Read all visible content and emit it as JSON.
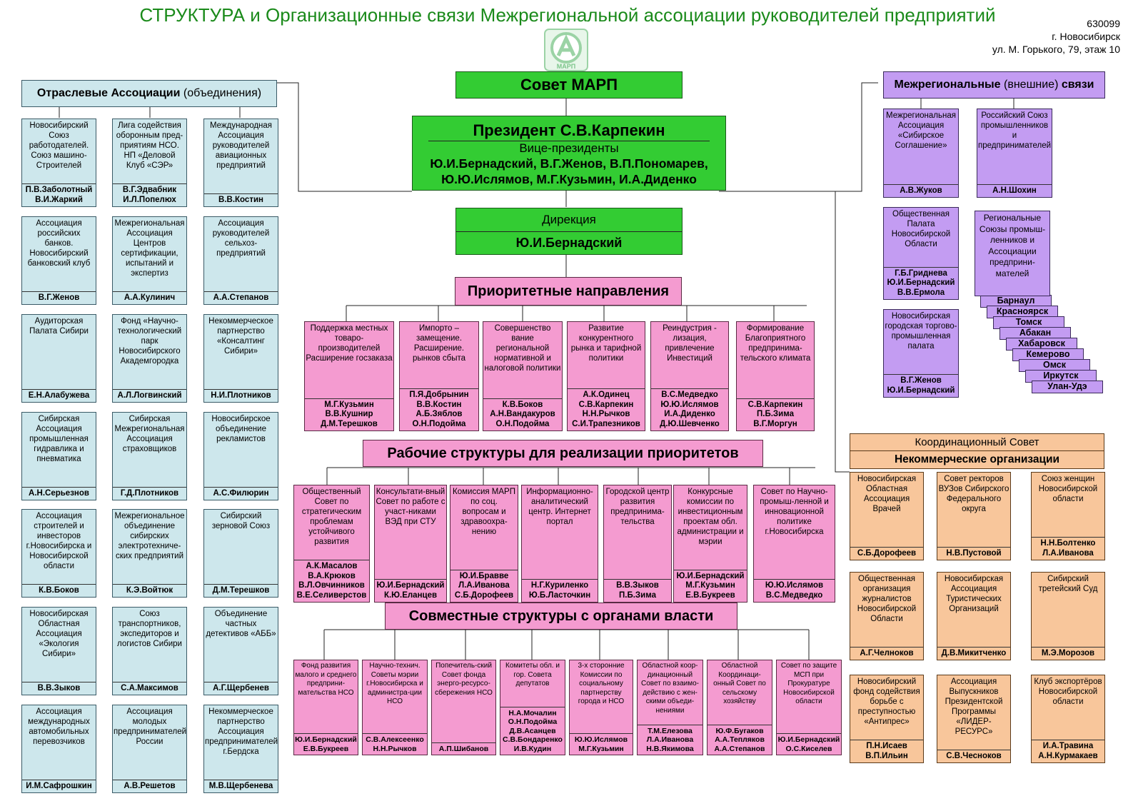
{
  "header": {
    "title": "СТРУКТУРА и Организационные связи Межрегиональной ассоциации руководителей предприятий",
    "address": [
      "630099",
      "г. Новосибирск",
      "ул. М. Горького, 79, этаж 10"
    ],
    "logo_text": "МАРП"
  },
  "center": {
    "council": "Совет МАРП",
    "president": "Президент С.В.Карпекин",
    "vice_label": "Вице-президенты",
    "vice_line1": "Ю.И.Бернадский,  В.Г.Женов, В.П.Пономарев,",
    "vice_line2": "Ю.Ю.Ислямов, М.Г.Кузьмин, И.А.Диденко",
    "directorate": "Дирекция",
    "director": "Ю.И.Бернадский"
  },
  "branch": {
    "header_bold": "Отраслевые  Ассоциации",
    "header_normal": " (объединения)",
    "boxes": [
      {
        "name": "Новосибирский Союз работодателей. Союз машино-Строителей",
        "people": "П.В.Заболотный\nВ.И.Жаркий"
      },
      {
        "name": "Лига содействия оборонным пред-приятиям НСО. НП «Деловой Клуб «СЭР»",
        "people": "В.Г.Эдвабник\nИ.Л.Попелюх"
      },
      {
        "name": "Международная Ассоциация руководителей авиационных предприятий",
        "people": "В.В.Костин"
      },
      {
        "name": "Ассоциация российских банков. Новосибирский банковский клуб",
        "people": "В.Г.Женов"
      },
      {
        "name": "Межрегиональная Ассоциация Центров сертификации, испытаний и экспертиз",
        "people": "А.А.Кулинич"
      },
      {
        "name": "Ассоциация руководителей сельхоз-предприятий",
        "people": "А.А.Степанов"
      },
      {
        "name": "Аудиторская Палата Сибири",
        "people": "Е.Н.Алабужева"
      },
      {
        "name": "Фонд «Научно-технологический парк Новосибирского Академгородка",
        "people": "А.Л.Логвинский"
      },
      {
        "name": "Некоммерческое партнерство «Консалтинг Сибири»",
        "people": "Н.И.Плотников"
      },
      {
        "name": "Сибирская Ассоциация промышленная гидравлика и пневматика",
        "people": "А.Н.Серьезнов"
      },
      {
        "name": "Сибирская Межрегиональная Ассоциация страховщиков",
        "people": "Г.Д.Плотников"
      },
      {
        "name": "Новосибирское объединение рекламистов",
        "people": "А.С.Филюрин"
      },
      {
        "name": "Ассоциация строителей и инвесторов г.Новосибирска и Новосибирской области",
        "people": "К.В.Боков"
      },
      {
        "name": "Межрегиональное объединение сибирских электротехниче-ских предприятий",
        "people": "К.Э.Войтюк"
      },
      {
        "name": "Сибирский зерновой Союз",
        "people": "Д.М.Терешков"
      },
      {
        "name": "Новосибирская Областная Ассоциация «Экология Сибири»",
        "people": "В.В.Зыков"
      },
      {
        "name": "Союз транспортников, экспедиторов и логистов Сибири",
        "people": "С.А.Максимов"
      },
      {
        "name": "Объединение частных детективов «АББ»",
        "people": "А.Г.Щербенев"
      },
      {
        "name": "Ассоциация международных автомобильных перевозчиков",
        "people": "И.М.Сафрошкин"
      },
      {
        "name": "Ассоциация молодых предпринимателей России",
        "people": "А.В.Решетов"
      },
      {
        "name": "Некоммерческое партнерство Ассоциация предпринимателей г.Бердска",
        "people": "М.В.Щербенева"
      }
    ]
  },
  "priority": {
    "header": "Приоритетные  направления",
    "boxes": [
      {
        "name": "Поддержка местных товаро-производителей Расширение госзаказа",
        "people": "М.Г.Кузьмин\nВ.В.Кушнир\nД.М.Терешков"
      },
      {
        "name": "Импорто – замещение. Расширение. рынков сбыта",
        "people": "П.Я.Добрынин\nВ.В.Костин\nА.Б.Зяблов\nО.Н.Подойма"
      },
      {
        "name": "Совершенство вание региональной нормативной и налоговой политики",
        "people": "К.В.Боков\nА.Н.Вандакуров\nО.Н.Подойма"
      },
      {
        "name": "Развитие конкурентного рынка и тарифной политики",
        "people": "А.К.Одинец\nС.В.Карпекин\nН.Н.Рычков\nС.И.Трапезников"
      },
      {
        "name": "Реиндустрия - лизация, привлечение Инвестиций",
        "people": "В.С.Медведко\nЮ.Ю.Ислямов\nИ.А.Диденко\nД.Ю.Шевченко"
      },
      {
        "name": "Формирование Благоприятного предпринима-тельского климата",
        "people": "С.В.Карпекин\nП.Б.Зима\nВ.Г.Моргун"
      }
    ]
  },
  "working": {
    "header": "Рабочие  структуры  для  реализации  приоритетов",
    "boxes": [
      {
        "name": "Общественный Совет по стратегическим проблемам устойчивого развития",
        "people": "А.К.Масалов\nВ.А.Крюков\nВ.Л.Овчинников\nВ.Е.Селиверстов"
      },
      {
        "name": "Консультати-вный Совет по работе с участ-никами ВЭД при СТУ",
        "people": "Ю.И.Бернадский\nК.Ю.Еланцев"
      },
      {
        "name": "Комиссия МАРП по соц. вопросам и здравоохра-нению",
        "people": "Ю.И.Бравве\nЛ.А.Иванова\nС.Б.Дорофеев"
      },
      {
        "name": "Информационно-аналитический центр. Интернет портал",
        "people": "Н.Г.Куриленко\nЮ.Б.Ласточкин"
      },
      {
        "name": "Городской центр развития предпринима-тельства",
        "people": "В.В.Зыков\nП.Б.Зима"
      },
      {
        "name": "Конкурсные комиссии по инвестиционным проектам обл. администрации и мэрии",
        "people": "Ю.И.Бернадский\nМ.Г.Кузьмин\nЕ.В.Букреев"
      },
      {
        "name": "Совет по Научно-промыш-ленной и инновационной политике г.Новосибирска",
        "people": "Ю.Ю.Ислямов\nВ.С.Медведко"
      }
    ]
  },
  "joint": {
    "header": "Совместные  структуры  с  органами  власти",
    "boxes": [
      {
        "name": "Фонд развития малого и среднего предприни-мательства НСО",
        "people": "Ю.И.Бернадский\nЕ.В.Букреев"
      },
      {
        "name": "Научно-технич. Советы мэрии г.Новосибирска и администра-ции НСО",
        "people": "С.В.Алексеенко\nН.Н.Рычков"
      },
      {
        "name": "Попечитель-ский Совет фонда энерго-ресурсо-сбережения НСО",
        "people": "А.П.Шибанов"
      },
      {
        "name": "Комитеты обл. и гор. Совета депутатов",
        "people": "Н.А.Мочалин\nО.Н.Подойма\nД.В.Асанцев\nС.В.Бондаренко\nИ.В.Кудин"
      },
      {
        "name": "3-х сторонние Комиссии по социальному партнерству города и НСО",
        "people": "Ю.Ю.Ислямов\nМ.Г.Кузьмин"
      },
      {
        "name": "Областной коор-динационный Совет по взаимо-действию с жен-скими объеди-нениями",
        "people": "Т.М.Елезова\nЛ.А.Иванова\nН.В.Якимова"
      },
      {
        "name": "Областной Координаци-онный Совет по сельскому хозяйству",
        "people": "Ю.Ф.Бугаков\nА.А.Тепляков\nА.А.Степанов"
      },
      {
        "name": "Совет по защите МСП при Прокуратуре Новосибирской области",
        "people": "Ю.И.Бернадский\nО.С.Киселев"
      }
    ]
  },
  "external": {
    "header_bold": "Межрегиональные",
    "header_normal": " (внешние) ",
    "header_bold2": "связи",
    "boxes": [
      {
        "name": "Межрегиональная Ассоциация «Сибирское Соглашение»",
        "people": "А.В.Жуков"
      },
      {
        "name": "Российский Союз промышленников и предпринимателей",
        "people": "А.Н.Шохин"
      },
      {
        "name": "Общественная Палата Новосибирской Области",
        "people": "Г.Б.Гриднева\nЮ.И.Бернадский\nВ.В.Ермола"
      },
      {
        "name": "Новосибирская городская торгово-промышленная палата",
        "people": "В.Г.Женов\nЮ.И.Бернадский"
      }
    ],
    "regional": "Региональные Союзы промыш-ленников и Ассоциации предприни-мателей",
    "cities": [
      "Барнаул",
      "Красноярск",
      "Томск",
      "Абакан",
      "Хабаровск",
      "Кемерово",
      "Омск",
      "Иркутск",
      "Улан-Удэ"
    ]
  },
  "ngo": {
    "header1": "Координационный  Совет",
    "header2": "Некоммерческие организации",
    "boxes": [
      {
        "name": "Новосибирская Областная Ассоциация Врачей",
        "people": "С.Б.Дорофеев"
      },
      {
        "name": "Совет ректоров ВУЗов Сибирского Федерального округа",
        "people": "Н.В.Пустовой"
      },
      {
        "name": "Союз женщин Новосибирской области",
        "people": "Н.Н.Болтенко\nЛ.А.Иванова"
      },
      {
        "name": "Общественная организация журналистов Новосибирской Области",
        "people": "А.Г.Челноков"
      },
      {
        "name": "Новосибирская Ассоциация Туристических Организаций",
        "people": "Д.В.Микитченко"
      },
      {
        "name": "Сибирский третейский Суд",
        "people": "М.Э.Морозов"
      },
      {
        "name": "Новосибирский фонд содействия борьбе с преступностью «Антипрес»",
        "people": "П.Н.Исаев\nВ.П.Ильин"
      },
      {
        "name": "Ассоциация Выпускников Президентской Программы «ЛИДЕР-РЕСУРС»",
        "people": "С.В.Чесноков"
      },
      {
        "name": "Клуб экспортёров Новосибирской области",
        "people": "И.А.Травина\nА.Н.Курмакаев"
      }
    ]
  },
  "colors": {
    "title": "#1a8a1a",
    "green": "#33cc33",
    "blue": "#cde7ec",
    "pink": "#f49bd0",
    "violet": "#c39cf2",
    "orange": "#f8c69b"
  }
}
